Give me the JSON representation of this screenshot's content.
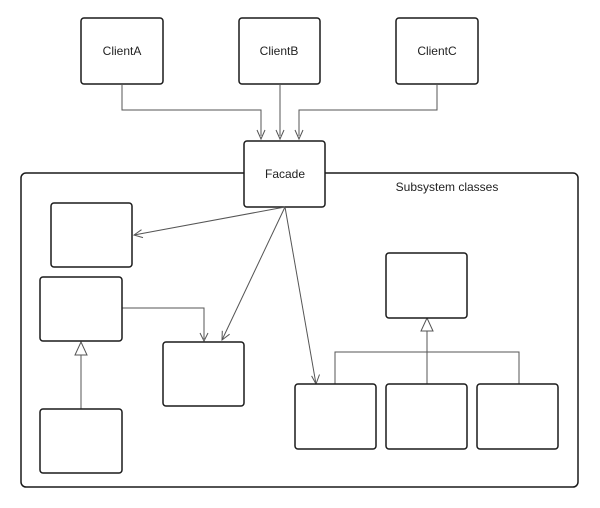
{
  "diagram": {
    "clients": [
      {
        "label": "ClientA"
      },
      {
        "label": "ClientB"
      },
      {
        "label": "ClientC"
      }
    ],
    "facade": {
      "label": "Facade"
    },
    "subsystem": {
      "label": "Subsystem classes"
    }
  }
}
